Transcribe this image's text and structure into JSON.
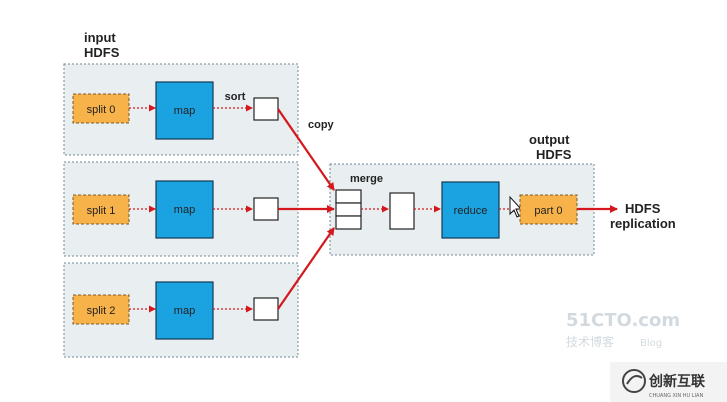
{
  "input": {
    "line1": "input",
    "line2": "HDFS"
  },
  "output": {
    "line1": "output",
    "line2": "HDFS"
  },
  "splits": [
    "split 0",
    "split 1",
    "split 2"
  ],
  "map_label": "map",
  "sort_label": "sort",
  "copy_label": "copy",
  "merge_label": "merge",
  "reduce_label": "reduce",
  "part_label": "part 0",
  "hdfs_replication": {
    "line1": "HDFS",
    "line2": "replication"
  },
  "watermark": {
    "site": "51CTO.com",
    "sub": "技术博客",
    "blog": "Blog"
  },
  "logo": {
    "text": "创新互联",
    "sub": "CHUANG XIN HU LIAN"
  },
  "colors": {
    "split_fill": "#f7b24a",
    "split_border": "#7a5a2a",
    "map_fill": "#1aa3e0",
    "map_border": "#123a55",
    "panel_fill": "#e9eef1",
    "panel_border": "#6f8896",
    "arrow": "#d4181d"
  }
}
